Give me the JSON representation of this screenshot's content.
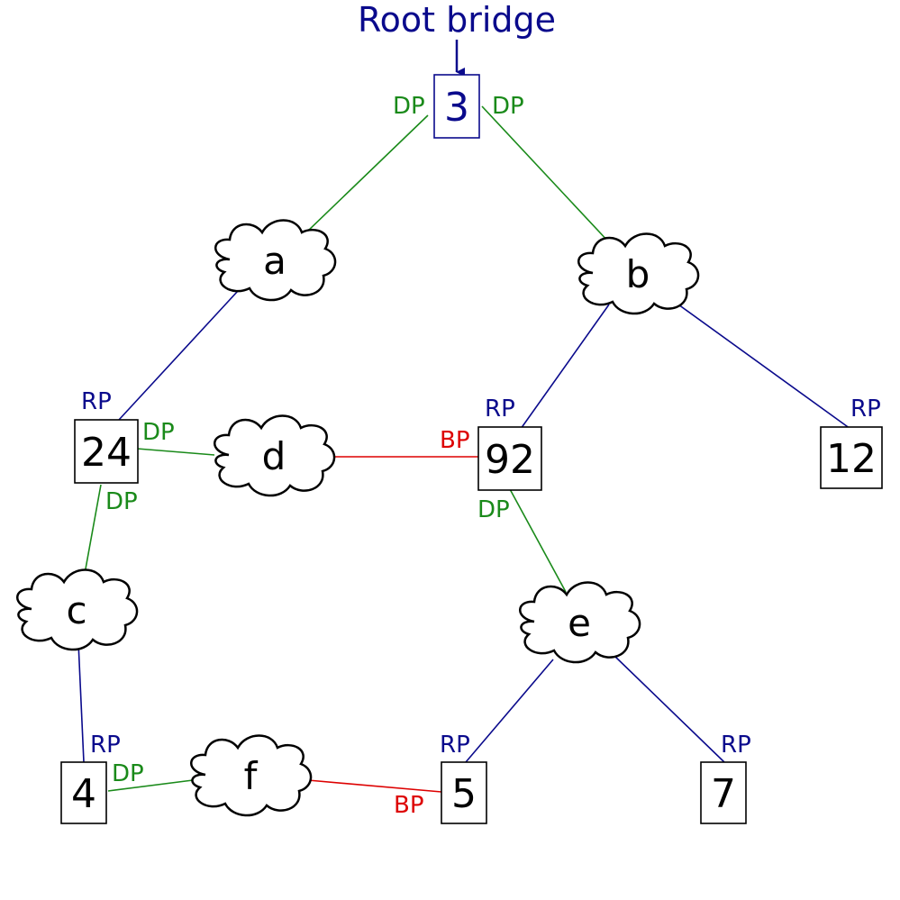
{
  "title": "Root bridge",
  "colors": {
    "designated": "#1a8a1a",
    "root": "#0a0a8c",
    "blocked": "#dd0000",
    "root_bridge": "#0a0a8c"
  },
  "bridges": {
    "root": "3",
    "b24": "24",
    "b92": "92",
    "b12": "12",
    "b4": "4",
    "b5": "5",
    "b7": "7"
  },
  "segments": {
    "a": "a",
    "b": "b",
    "c": "c",
    "d": "d",
    "e": "e",
    "f": "f"
  },
  "ports": {
    "root_left": "DP",
    "root_right": "DP",
    "b24_root": "RP",
    "b24_d": "DP",
    "b24_c": "DP",
    "b92_root": "RP",
    "b92_blocked": "BP",
    "b92_e": "DP",
    "b12_root": "RP",
    "b4_root": "RP",
    "b4_f": "DP",
    "b5_root": "RP",
    "b5_blocked": "BP",
    "b7_root": "RP"
  }
}
